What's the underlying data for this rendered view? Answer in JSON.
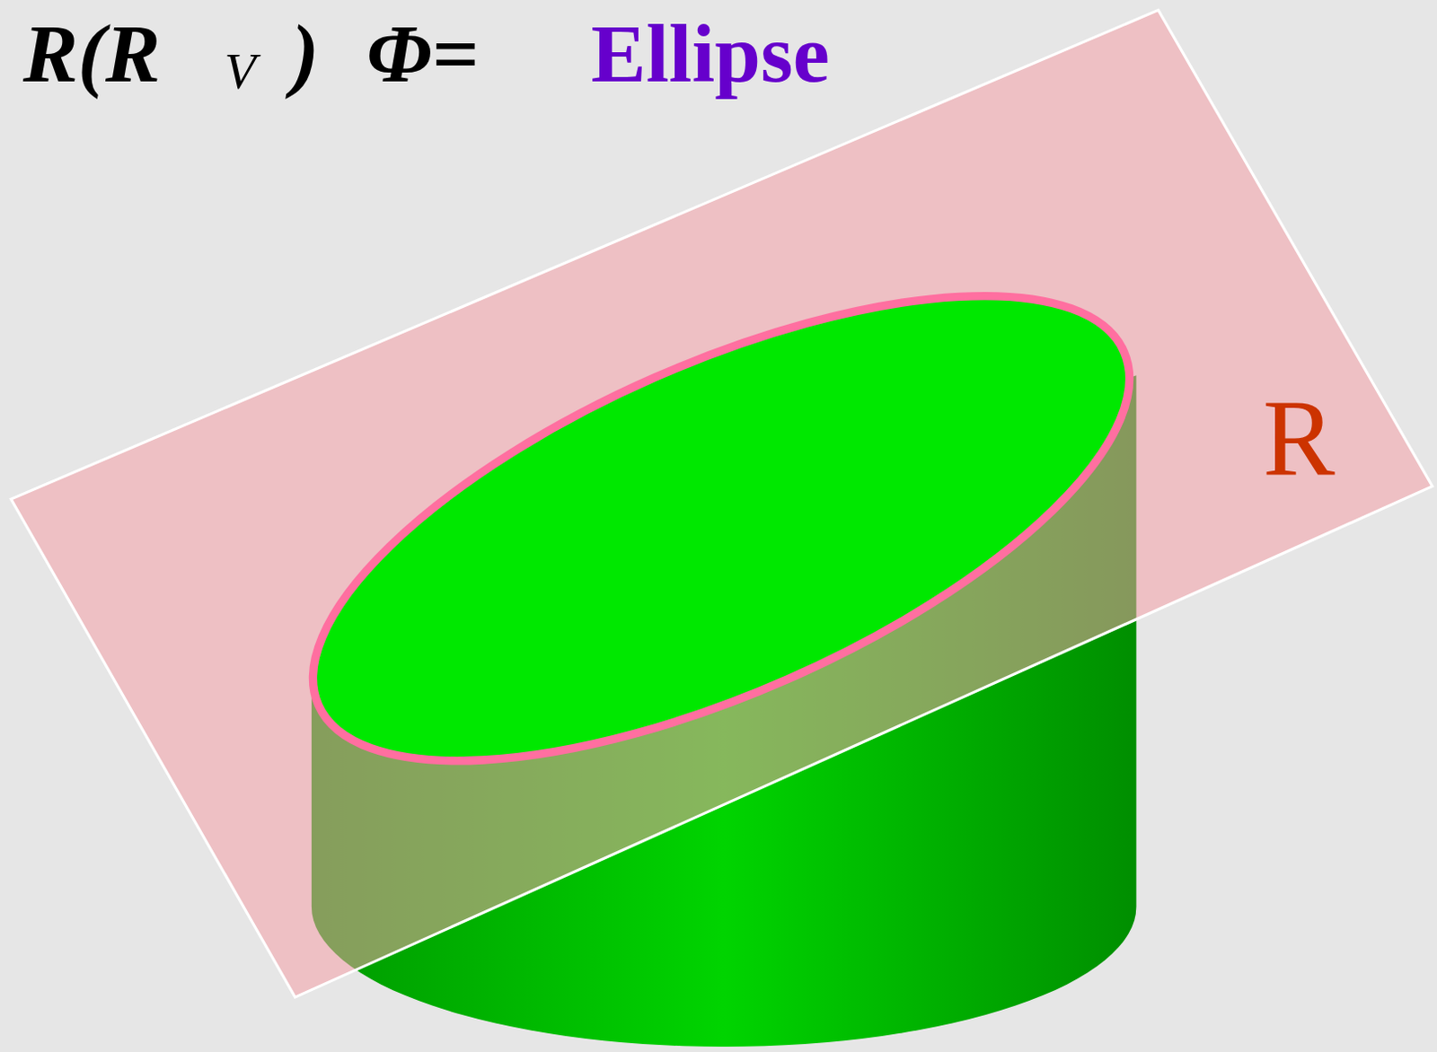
{
  "diagram": {
    "labels": [
      "R(R",
      "V",
      ")",
      "Φ=",
      "Ellipse",
      "R"
    ]
  }
}
